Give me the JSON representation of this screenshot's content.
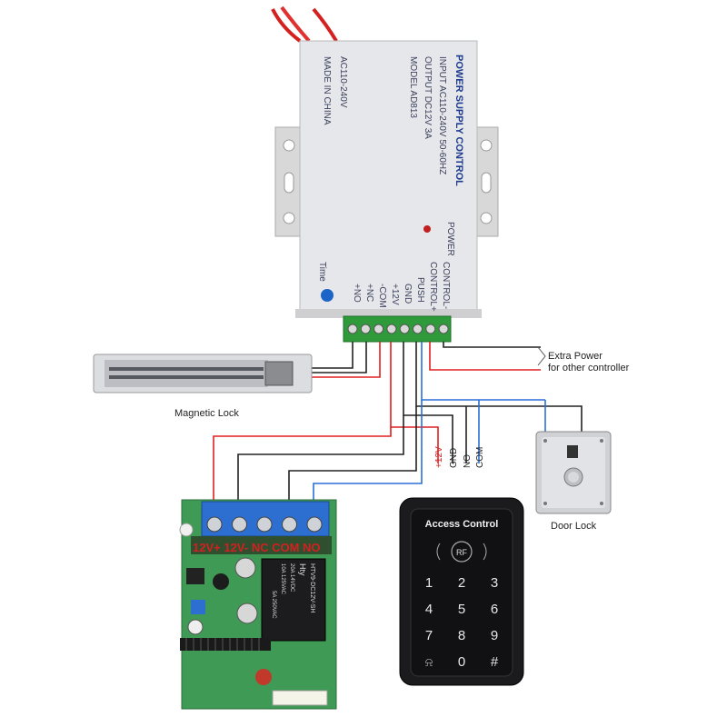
{
  "psu": {
    "title": "POWER SUPPLY CONTROL",
    "input": "INPUT  AC110-240V  50-60HZ",
    "output": "OUTPUT  DC12V  3A",
    "model": "MODEL  AD813",
    "ac": "AC110-240V",
    "made": "MADE IN CHINA",
    "power_led": "POWER",
    "time": "Time",
    "terminals": [
      "CONTROL-",
      "CONTROL+",
      "PUSH",
      "GND",
      "+12V",
      "-COM",
      "+NC",
      "+NO"
    ]
  },
  "labels": {
    "extra_power_1": "Extra Power",
    "extra_power_2": "for other controller",
    "magnetic_lock": "Magnetic Lock",
    "door_lock": "Door Lock",
    "keypad_wires": [
      "+12V",
      "GND",
      "NO",
      "COM"
    ]
  },
  "relay_board": {
    "terminals": "12V+ 12V- NC COM NO",
    "relay_brand": "Hty",
    "relay_model": "HTV9-DC12V-SH",
    "relay_rating_1": "20A 14VDC",
    "relay_rating_2": "10A 125VAC",
    "relay_rating_3": "5A 250VAC"
  },
  "keypad": {
    "title": "Access Control",
    "rf": "RF",
    "keys": [
      "1",
      "2",
      "3",
      "4",
      "5",
      "6",
      "7",
      "8",
      "9",
      "0",
      "#"
    ]
  },
  "colors": {
    "red_wire": "#e02020",
    "blue_wire": "#2a6fd6",
    "black_wire": "#222222",
    "terminal_green": "#2f9a3a",
    "terminal_blue": "#2d6fd0",
    "pcb_green": "#3f9a55"
  }
}
